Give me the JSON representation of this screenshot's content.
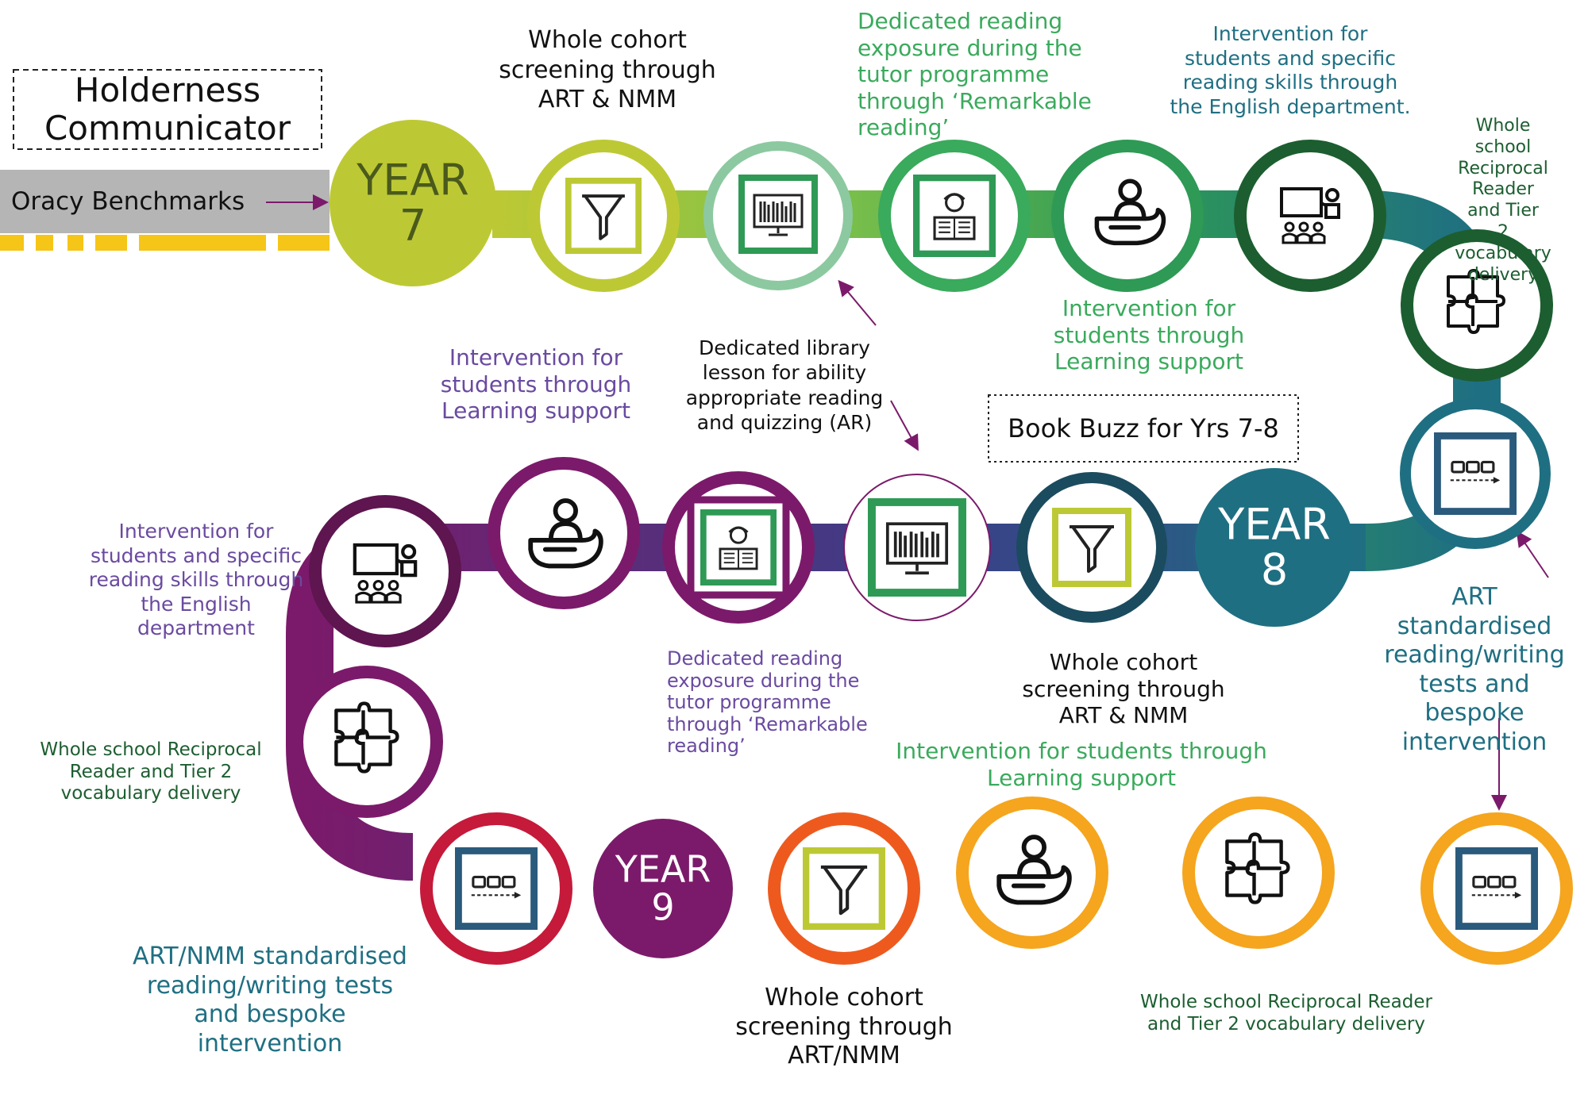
{
  "title": "Holderness\nCommunicator",
  "oracy_label": "Oracy Benchmarks",
  "book_buzz": "Book Buzz for Yrs 7-8",
  "years": {
    "y7": "YEAR\n7",
    "y8": "YEAR\n8",
    "y9": "YEAR\n9"
  },
  "colors": {
    "year7": "#bdc934",
    "year8": "#1f6f82",
    "year9": "#7b1a6a",
    "green_text": "#3aaa5c",
    "teal_text": "#1f6f82",
    "purple_text": "#6a4aa0",
    "dark_green_text": "#1c5e30",
    "accent_yellow": "#f5c518",
    "icon_blue": "#2a5a7c"
  },
  "labels": {
    "y7_screening": "Whole cohort\nscreening through\nART & NMM",
    "y7_tutor_reading": "Dedicated reading\nexposure during the\ntutor programme\nthrough ‘Remarkable\nreading’",
    "y7_english_intervention": "Intervention for\nstudents and specific\nreading skills through\nthe English department.",
    "y7_reciprocal_reader": "Whole school\nReciprocal\nReader and Tier\n2 vocabulary\ndelivery",
    "y7_learning_support": "Intervention for\nstudents through\nLearning support",
    "library_lesson": "Dedicated library\nlesson for ability\nappropriate reading\nand quizzing (AR)",
    "y8_learning_support": "Intervention for\nstudents through\nLearning support",
    "y8_english_intervention": "Intervention for\nstudents and specific\nreading skills through\nthe English\ndepartment",
    "y8_tutor_reading": "Dedicated reading\nexposure during the\ntutor programme\nthrough ‘Remarkable\nreading’",
    "y8_screening": "Whole cohort\nscreening through\nART & NMM",
    "art_tests": "ART standardised\nreading/writing\ntests and bespoke\nintervention",
    "y8_reciprocal_reader": "Whole school Reciprocal\nReader and Tier 2\nvocabulary delivery",
    "y9_learning_support": "Intervention for students through\nLearning support",
    "art_nmm_tests": "ART/NMM standardised\nreading/writing tests\nand bespoke\nintervention",
    "y9_screening": "Whole cohort\nscreening through\nART/NMM",
    "y9_reciprocal_reader": "Whole school Reciprocal Reader\nand Tier 2 vocabulary delivery"
  },
  "icons": {
    "funnel": "funnel-icon",
    "library": "library-computer-icon",
    "reader": "reading-person-icon",
    "support": "supporting-hand-icon",
    "teacher": "teacher-class-icon",
    "puzzle": "puzzle-icon",
    "progress": "progress-track-icon"
  }
}
